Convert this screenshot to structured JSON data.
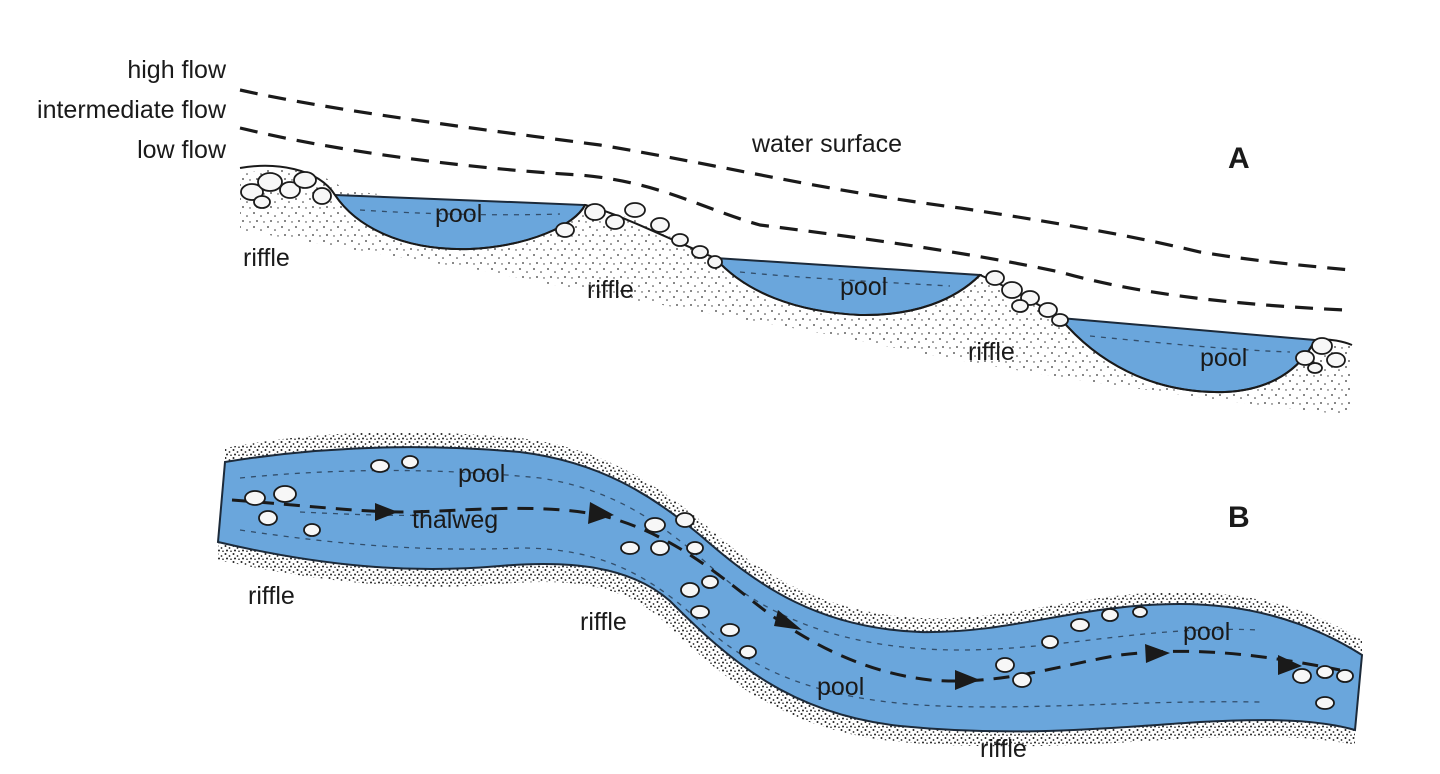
{
  "flow_levels": {
    "high": "high flow",
    "intermediate": "intermediate flow",
    "low": "low flow"
  },
  "profile": {
    "panel_letter": "A",
    "water_surface_label": "water surface",
    "pool_labels": [
      "pool",
      "pool",
      "pool"
    ],
    "riffle_labels": [
      "riffle",
      "riffle",
      "riffle"
    ]
  },
  "plan": {
    "panel_letter": "B",
    "thalweg_label": "thalweg",
    "pool_labels": [
      "pool",
      "pool",
      "pool"
    ],
    "riffle_labels": [
      "riffle",
      "riffle",
      "riffle"
    ]
  },
  "colors": {
    "water": "#6aa6dc",
    "outline": "#1a1a1a"
  }
}
